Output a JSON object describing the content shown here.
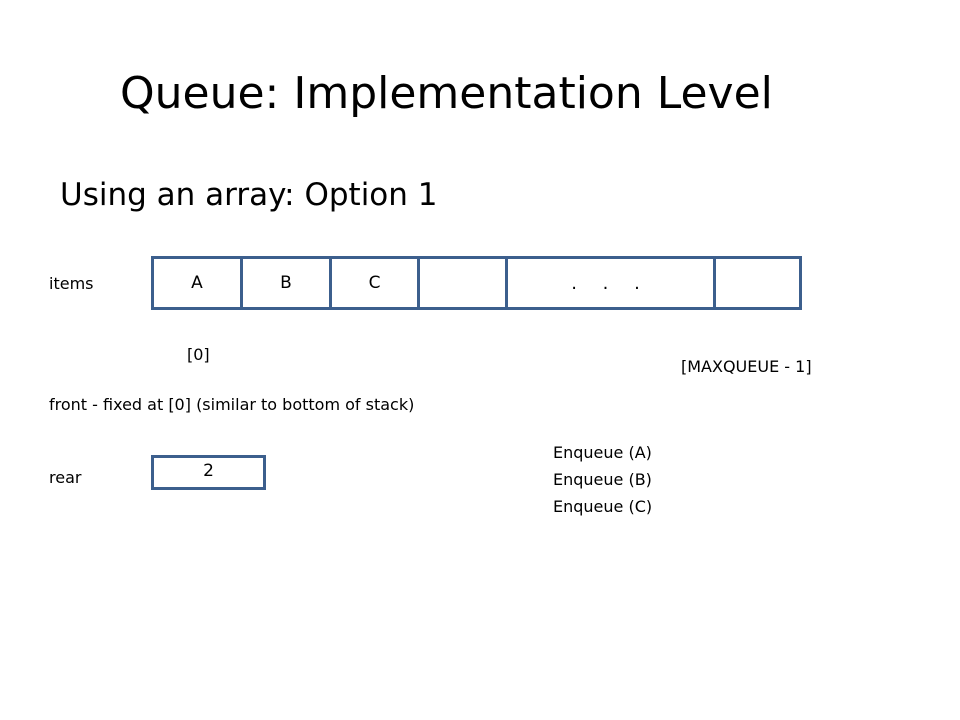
{
  "title": "Queue:  Implementation Level",
  "subtitle": "Using an array:  Option 1",
  "items_label": "items",
  "array_cells": [
    "A",
    "B",
    "C",
    "",
    ". . .",
    ""
  ],
  "index_first": "[0]",
  "index_last": "[MAXQUEUE - 1]",
  "front_note": "front  - fixed at [0] (similar to bottom of stack)",
  "rear_label": "rear",
  "rear_value": "2",
  "operations": [
    "Enqueue (A)",
    "Enqueue (B)",
    "Enqueue (C)"
  ],
  "colors": {
    "box_border": "#3c5f8d"
  }
}
